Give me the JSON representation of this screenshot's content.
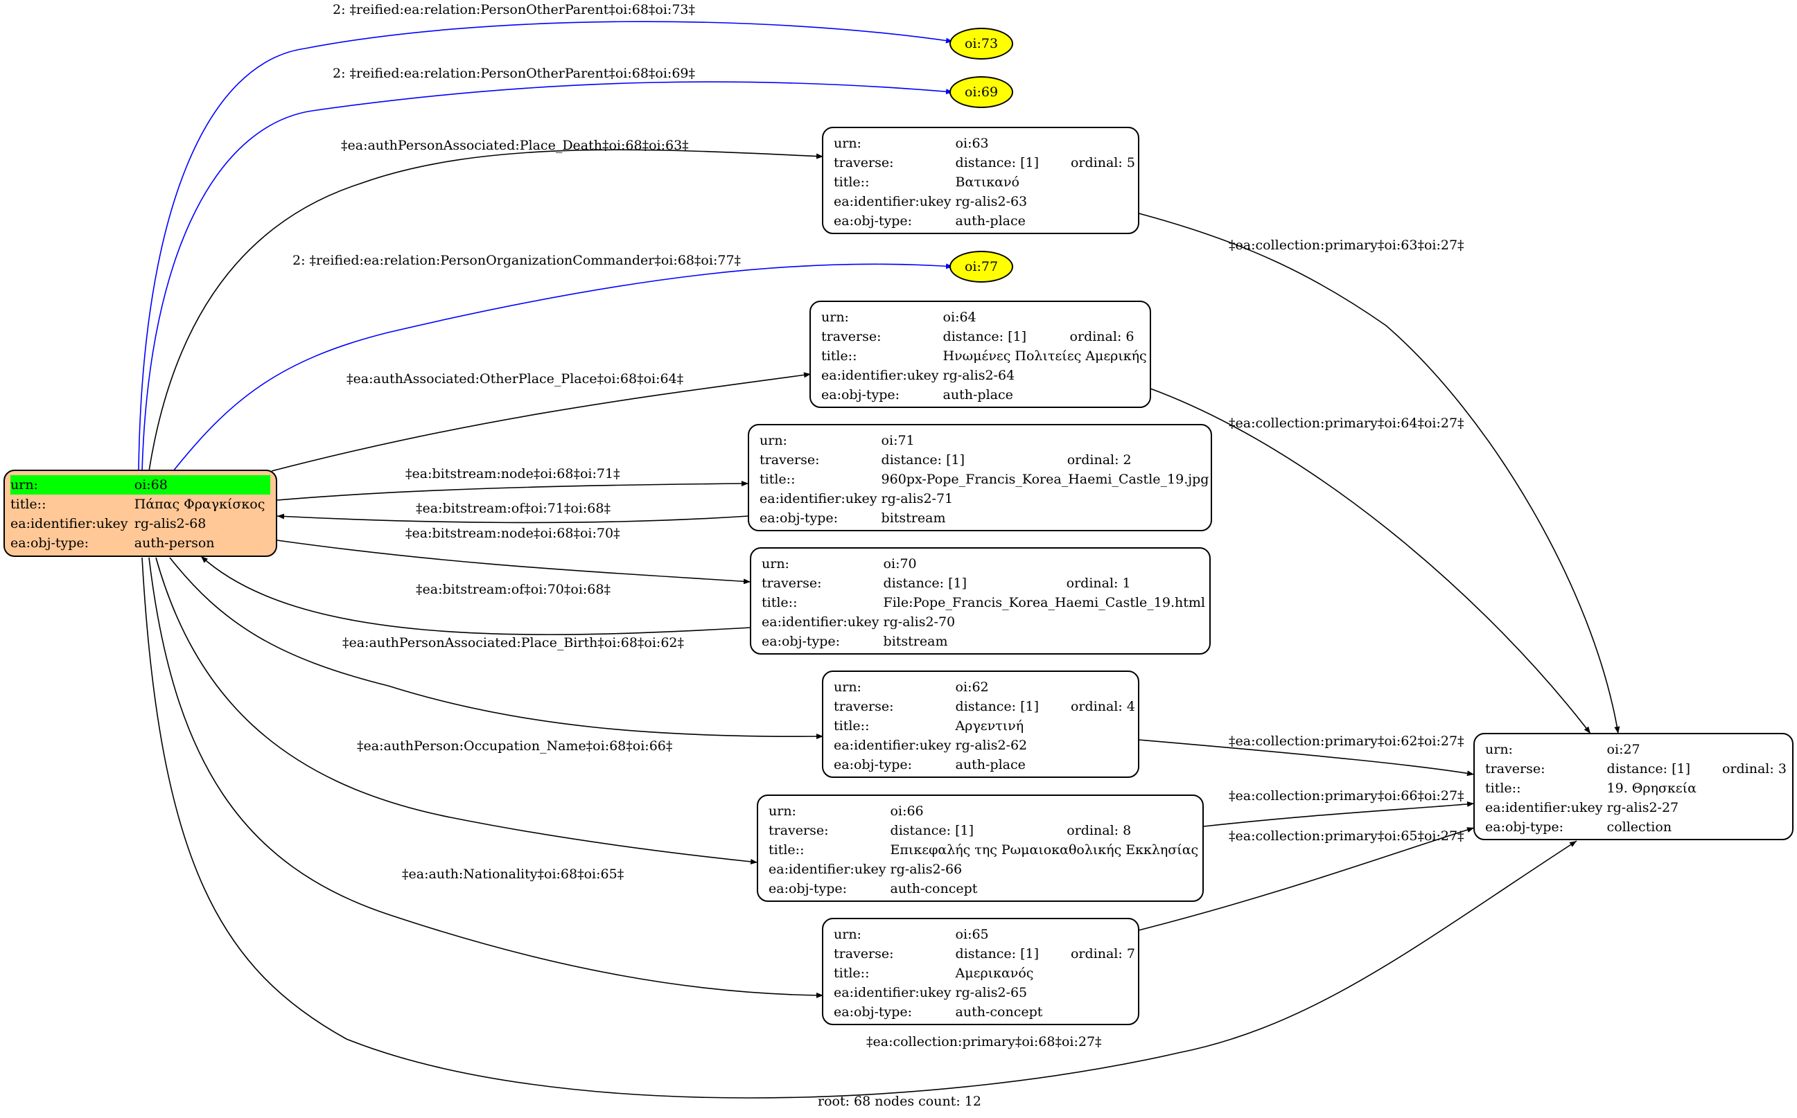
{
  "graph": {
    "root": {
      "urn": "oi:68",
      "title": "Πάπας Φραγκίσκος",
      "ukey": "rg-alis2-68",
      "objtype": "auth-person"
    },
    "row_labels": {
      "urn": "urn:",
      "traverse": "traverse:",
      "title": "title::",
      "ukey": "ea:identifier:ukey",
      "objtype": "ea:obj-type:"
    },
    "nodes": {
      "n63": {
        "urn": "oi:63",
        "distance": "distance: [1]",
        "ordinal": "ordinal: 5",
        "title": "Βατικανό",
        "ukey": "rg-alis2-63",
        "objtype": "auth-place"
      },
      "n64": {
        "urn": "oi:64",
        "distance": "distance: [1]",
        "ordinal": "ordinal: 6",
        "title": "Ηνωμένες Πολιτείες Αμερικής",
        "ukey": "rg-alis2-64",
        "objtype": "auth-place"
      },
      "n71": {
        "urn": "oi:71",
        "distance": "distance: [1]",
        "ordinal": "ordinal: 2",
        "title": "960px-Pope_Francis_Korea_Haemi_Castle_19.jpg",
        "ukey": "rg-alis2-71",
        "objtype": "bitstream"
      },
      "n70": {
        "urn": "oi:70",
        "distance": "distance: [1]",
        "ordinal": "ordinal: 1",
        "title": "File:Pope_Francis_Korea_Haemi_Castle_19.html",
        "ukey": "rg-alis2-70",
        "objtype": "bitstream"
      },
      "n62": {
        "urn": "oi:62",
        "distance": "distance: [1]",
        "ordinal": "ordinal: 4",
        "title": "Αργεντινή",
        "ukey": "rg-alis2-62",
        "objtype": "auth-place"
      },
      "n66": {
        "urn": "oi:66",
        "distance": "distance: [1]",
        "ordinal": "ordinal: 8",
        "title": "Επικεφαλής της Ρωμαιοκαθολικής Εκκλησίας",
        "ukey": "rg-alis2-66",
        "objtype": "auth-concept"
      },
      "n65": {
        "urn": "oi:65",
        "distance": "distance: [1]",
        "ordinal": "ordinal: 7",
        "title": "Αμερικανός",
        "ukey": "rg-alis2-65",
        "objtype": "auth-concept"
      },
      "n27": {
        "urn": "oi:27",
        "distance": "distance: [1]",
        "ordinal": "ordinal: 3",
        "title": "19. Θρησκεία",
        "ukey": "rg-alis2-27",
        "objtype": "collection"
      }
    },
    "ellipses": {
      "e73": "oi:73",
      "e69": "oi:69",
      "e77": "oi:77"
    },
    "edge_labels": {
      "to73": "2: ‡reified:ea:relation:PersonOtherParent‡oi:68‡oi:73‡",
      "to69": "2: ‡reified:ea:relation:PersonOtherParent‡oi:68‡oi:69‡",
      "to63": "‡ea:authPersonAssociated:Place_Death‡oi:68‡oi:63‡",
      "to77": "2: ‡reified:ea:relation:PersonOrganizationCommander‡oi:68‡oi:77‡",
      "to64": "‡ea:authAssociated:OtherPlace_Place‡oi:68‡oi:64‡",
      "to71": "‡ea:bitstream:node‡oi:68‡oi:71‡",
      "from71": "‡ea:bitstream:of‡oi:71‡oi:68‡",
      "to70": "‡ea:bitstream:node‡oi:68‡oi:70‡",
      "from70": "‡ea:bitstream:of‡oi:70‡oi:68‡",
      "to62": "‡ea:authPersonAssociated:Place_Birth‡oi:68‡oi:62‡",
      "to66": "‡ea:authPerson:Occupation_Name‡oi:68‡oi:66‡",
      "to65": "‡ea:auth:Nationality‡oi:68‡oi:65‡",
      "to27": "‡ea:collection:primary‡oi:68‡oi:27‡",
      "c63": "‡ea:collection:primary‡oi:63‡oi:27‡",
      "c64": "‡ea:collection:primary‡oi:64‡oi:27‡",
      "c62": "‡ea:collection:primary‡oi:62‡oi:27‡",
      "c66": "‡ea:collection:primary‡oi:66‡oi:27‡",
      "c65": "‡ea:collection:primary‡oi:65‡oi:27‡"
    },
    "colors": {
      "reified_edge": "#0000ff",
      "edge": "#000000",
      "root_fill": "#ffc896",
      "root_highlight": "#00ff00",
      "ellipse_fill": "#ffff00"
    },
    "footer": "root: 68 nodes count: 12"
  }
}
